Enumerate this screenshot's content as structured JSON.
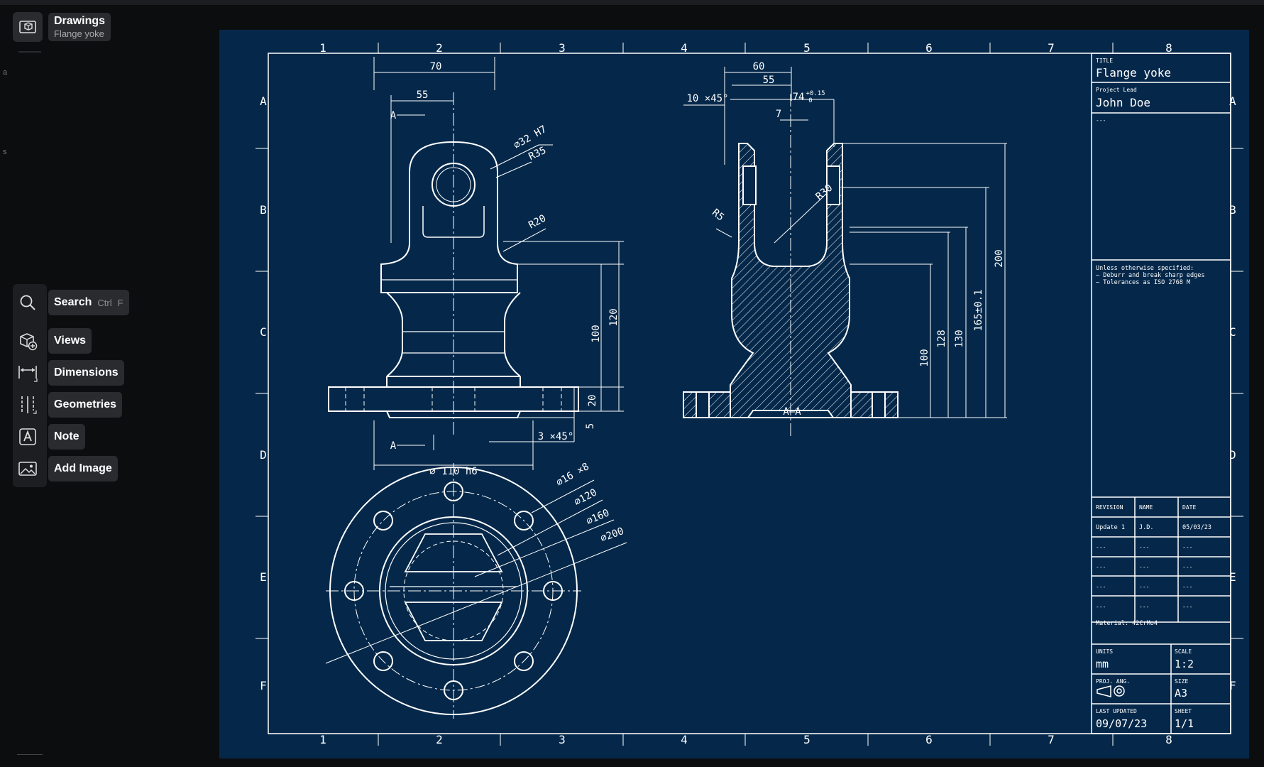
{
  "app": {
    "title": "Drawings",
    "subtitle": "Flange yoke"
  },
  "toolbar": {
    "search": {
      "label": "Search",
      "shortcut_mod": "Ctrl",
      "shortcut_key": "F"
    },
    "views": {
      "label": "Views"
    },
    "dimensions": {
      "label": "Dimensions"
    },
    "geometries": {
      "label": "Geometries"
    },
    "note": {
      "label": "Note"
    },
    "add_image": {
      "label": "Add Image"
    }
  },
  "side_marks": [
    "a",
    "s"
  ],
  "drawing": {
    "columns": [
      "1",
      "2",
      "3",
      "4",
      "5",
      "6",
      "7",
      "8"
    ],
    "rows": [
      "A",
      "B",
      "C",
      "D",
      "E",
      "F"
    ],
    "front_view": {
      "dims": [
        "70",
        "55",
        "A",
        "⌀32 H7",
        "R35",
        "R20",
        "100",
        "120",
        "20",
        "5",
        "3 ×45°",
        "A",
        "⌀ 110 h6"
      ]
    },
    "section_view": {
      "label": "A–A",
      "dims": [
        "60",
        "55",
        "10 ×45°",
        "74",
        "+0.15",
        "0",
        "7",
        "R5",
        "R30",
        "100",
        "128",
        "130",
        "165±0.1",
        "200"
      ]
    },
    "bottom_view": {
      "dims": [
        "⌀16 ×8",
        "⌀120",
        "⌀160",
        "⌀200"
      ]
    },
    "title_block": {
      "title_label": "TITLE",
      "title": "Flange yoke",
      "lead_label": "Project Lead",
      "lead": "John Doe",
      "placeholder": "---",
      "notes": [
        "Unless otherwise specified:",
        "– Deburr and break sharp edges",
        "– Tolerances as ISO 2768 M"
      ],
      "revision_headers": [
        "REVISION",
        "NAME",
        "DATE"
      ],
      "revisions": [
        [
          "Update 1",
          "J.D.",
          "05/03/23"
        ],
        [
          "---",
          "---",
          "---"
        ],
        [
          "---",
          "---",
          "---"
        ],
        [
          "---",
          "---",
          "---"
        ],
        [
          "---",
          "---",
          "---"
        ]
      ],
      "material": "Material: 42CrMo4",
      "units_label": "UNITS",
      "units": "mm",
      "scale_label": "SCALE",
      "scale": "1:2",
      "proj_label": "PROJ. ANG.",
      "size_label": "SIZE",
      "size": "A3",
      "updated_label": "LAST UPDATED",
      "updated": "09/07/23",
      "sheet_label": "SHEET",
      "sheet": "1/1"
    }
  },
  "colors": {
    "background": "#0c0d0f",
    "panel": "#2a2b2f",
    "canvas": "#05284a",
    "line": "#ffffff"
  }
}
